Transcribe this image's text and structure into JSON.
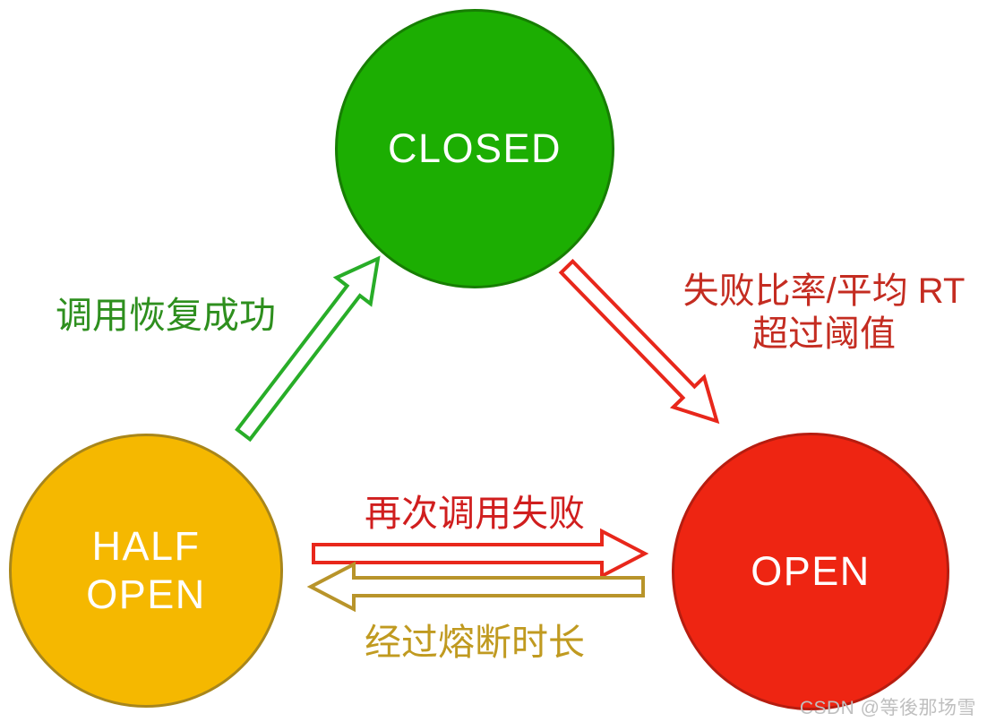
{
  "diagram": {
    "type": "state-diagram",
    "subject": "circuit-breaker-states",
    "states": [
      {
        "id": "closed",
        "label": "CLOSED"
      },
      {
        "id": "half-open",
        "label": "HALF OPEN",
        "label_lines": [
          "HALF",
          "OPEN"
        ]
      },
      {
        "id": "open",
        "label": "OPEN"
      }
    ],
    "transitions": [
      {
        "from": "half-open",
        "to": "closed",
        "label": "调用恢复成功"
      },
      {
        "from": "closed",
        "to": "open",
        "label": "失败比率/平均 RT 超过阈值",
        "label_lines": [
          "失败比率/平均 RT",
          "超过阈值"
        ]
      },
      {
        "from": "half-open",
        "to": "open",
        "label": "再次调用失败"
      },
      {
        "from": "open",
        "to": "half-open",
        "label": "经过熔断时长"
      }
    ],
    "watermark": "CSDN @等後那场雪"
  },
  "colors": {
    "bg": "#FFFFFF",
    "closed-fill": "#1CAE02",
    "closed-border": "#177E03",
    "half-open-fill": "#F5B800",
    "half-open-border": "#A8861B",
    "open-fill": "#EE2512",
    "open-border": "#B61D10",
    "green-arrow": "#28AD28",
    "green-text": "#2E8F1E",
    "red-arrow": "#E8271B",
    "red-text-threshold": "#C42C21",
    "red-text-retry": "#D01E1E",
    "gold-arrow": "#B8942A",
    "gold-text": "#C09A20",
    "circle-text": "#FFFFFF",
    "watermark": "#BFBFBF"
  }
}
